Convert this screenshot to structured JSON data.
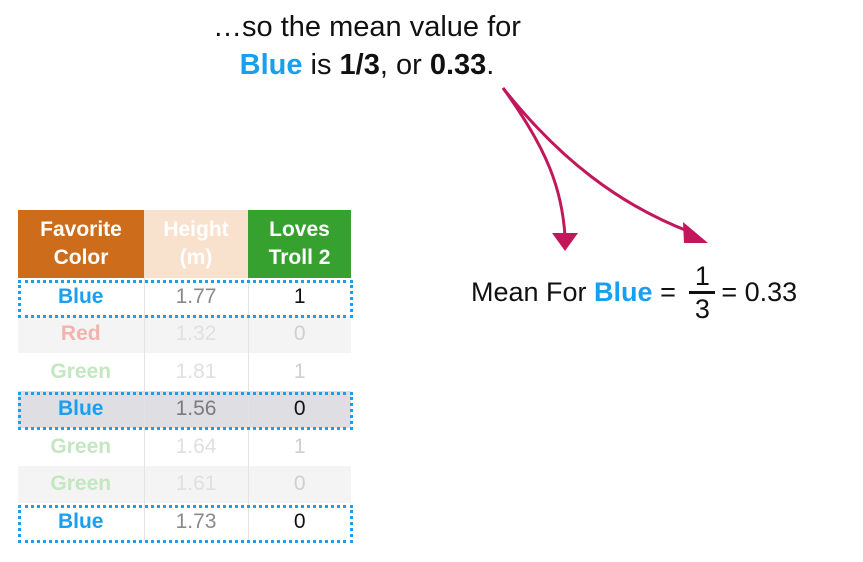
{
  "caption": {
    "line1": "…so the mean value for",
    "color": "Blue",
    "is": " is ",
    "fraction": "1/3",
    "or": ", or ",
    "decimal": "0.33",
    "period": "."
  },
  "table": {
    "headers": {
      "favorite_color": [
        "Favorite",
        "Color"
      ],
      "height": [
        "Height",
        "(m)"
      ],
      "loves_troll2": [
        "Loves",
        "Troll 2"
      ]
    },
    "rows": [
      {
        "color": "Blue",
        "height": "1.77",
        "loves": "1"
      },
      {
        "color": "Red",
        "height": "1.32",
        "loves": "0"
      },
      {
        "color": "Green",
        "height": "1.81",
        "loves": "1"
      },
      {
        "color": "Blue",
        "height": "1.56",
        "loves": "0"
      },
      {
        "color": "Green",
        "height": "1.64",
        "loves": "1"
      },
      {
        "color": "Green",
        "height": "1.61",
        "loves": "0"
      },
      {
        "color": "Blue",
        "height": "1.73",
        "loves": "0"
      }
    ]
  },
  "formula": {
    "prefix": "Mean For ",
    "color": "Blue",
    "equals": " = ",
    "numerator": "1",
    "denominator": "3",
    "result": "= 0.33"
  },
  "colors": {
    "blue": "#1a9ff0",
    "header_orange": "#cd6d1c",
    "header_peach": "#f8e1cd",
    "header_green": "#37a12f",
    "arrow_magenta": "#c2185b"
  }
}
